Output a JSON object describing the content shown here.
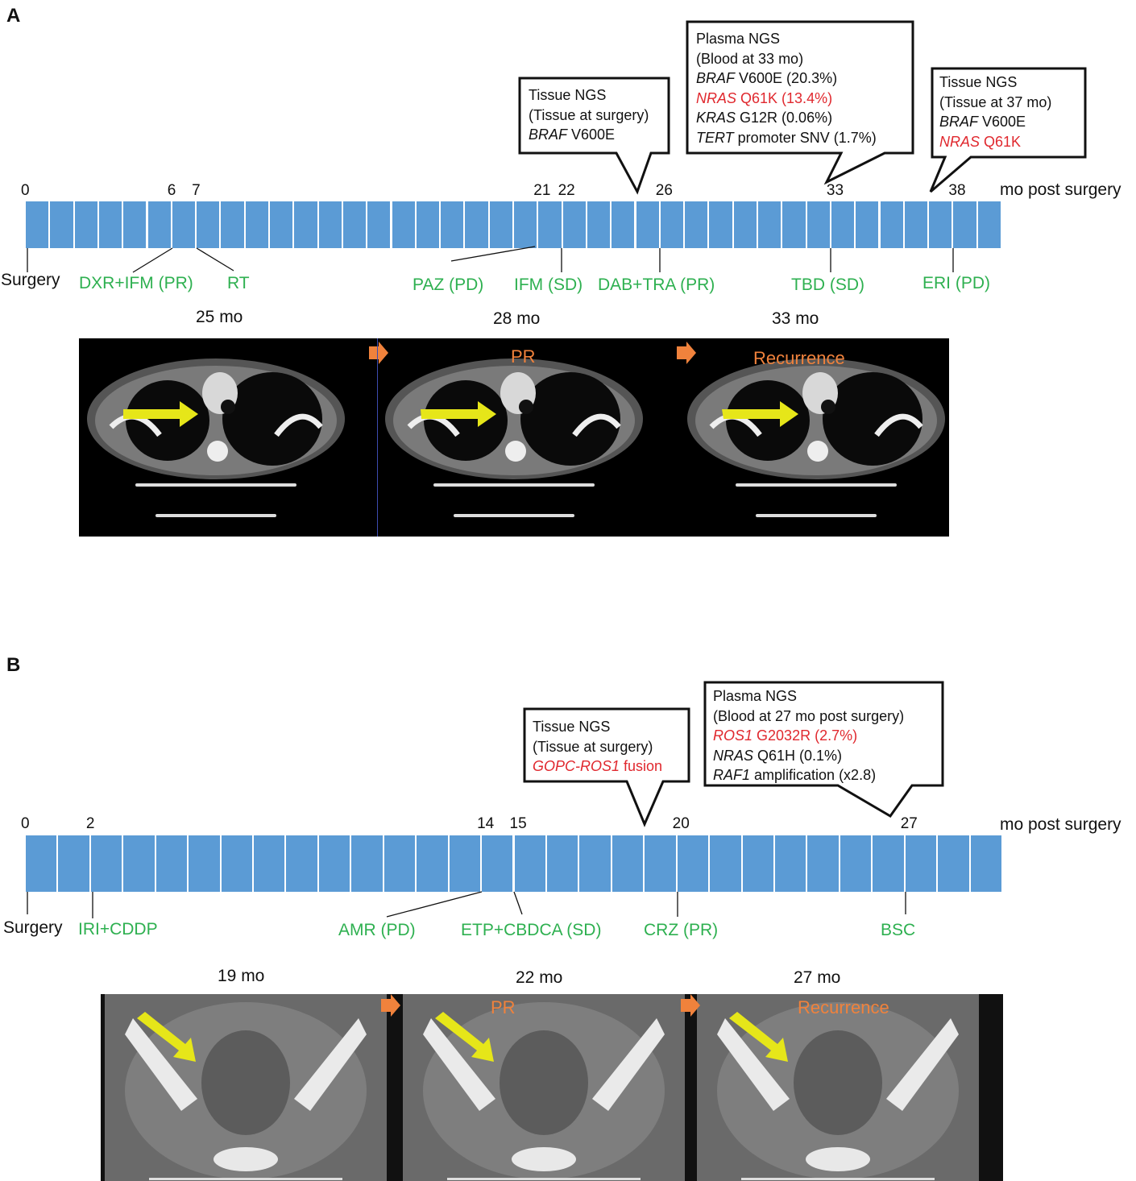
{
  "panelA": {
    "letter": "A",
    "unit_label": "mo post surgery",
    "total_months": 40,
    "ticks": [
      {
        "month": 0,
        "label": "0"
      },
      {
        "month": 6,
        "label": "6"
      },
      {
        "month": 7,
        "label": "7"
      },
      {
        "month": 21,
        "label": "21"
      },
      {
        "month": 22,
        "label": "22"
      },
      {
        "month": 26,
        "label": "26"
      },
      {
        "month": 33,
        "label": "33"
      },
      {
        "month": 38,
        "label": "38"
      }
    ],
    "events": [
      {
        "month": 0,
        "label": "Surgery",
        "color": "#111111"
      },
      {
        "month": 6,
        "label": "DXR+IFM (PR)",
        "color": "#2eb050"
      },
      {
        "month": 7,
        "label": "RT",
        "color": "#2eb050"
      },
      {
        "month": 21,
        "label": "PAZ (PD)",
        "color": "#2eb050"
      },
      {
        "month": 22,
        "label": "IFM (SD)",
        "color": "#2eb050"
      },
      {
        "month": 26,
        "label": "DAB+TRA (PR)",
        "color": "#2eb050"
      },
      {
        "month": 33,
        "label": "TBD (SD)",
        "color": "#2eb050"
      },
      {
        "month": 38,
        "label": "ERI (PD)",
        "color": "#2eb050"
      }
    ],
    "callouts": [
      {
        "lines": [
          {
            "parts": [
              {
                "t": "Tissue NGS"
              }
            ]
          },
          {
            "parts": [
              {
                "t": "(Tissue at surgery)"
              }
            ]
          },
          {
            "parts": [
              {
                "t": "BRAF",
                "i": true
              },
              {
                "t": " V600E"
              }
            ]
          }
        ]
      },
      {
        "lines": [
          {
            "parts": [
              {
                "t": "Plasma NGS"
              }
            ]
          },
          {
            "parts": [
              {
                "t": "(Blood at 33 mo)"
              }
            ]
          },
          {
            "parts": [
              {
                "t": "BRAF",
                "i": true
              },
              {
                "t": " V600E (20.3%)"
              }
            ]
          },
          {
            "red": true,
            "parts": [
              {
                "t": "NRAS",
                "i": true
              },
              {
                "t": " Q61K (13.4%)"
              }
            ]
          },
          {
            "parts": [
              {
                "t": "KRAS",
                "i": true
              },
              {
                "t": " G12R (0.06%)"
              }
            ]
          },
          {
            "parts": [
              {
                "t": "TERT",
                "i": true
              },
              {
                "t": " promoter SNV (1.7%)"
              }
            ]
          }
        ]
      },
      {
        "lines": [
          {
            "parts": [
              {
                "t": "Tissue NGS"
              }
            ]
          },
          {
            "parts": [
              {
                "t": "(Tissue at 37 mo)"
              }
            ]
          },
          {
            "parts": [
              {
                "t": "BRAF",
                "i": true
              },
              {
                "t": " V600E"
              }
            ]
          },
          {
            "red": true,
            "parts": [
              {
                "t": "NRAS",
                "i": true
              },
              {
                "t": " Q61K"
              }
            ]
          }
        ]
      }
    ],
    "scans": [
      {
        "time": "25 mo",
        "status": ""
      },
      {
        "time": "28 mo",
        "status": "PR"
      },
      {
        "time": "33 mo",
        "status": "Recurrence"
      }
    ]
  },
  "panelB": {
    "letter": "B",
    "unit_label": "mo post surgery",
    "total_months": 30,
    "ticks": [
      {
        "month": 0,
        "label": "0"
      },
      {
        "month": 2,
        "label": "2"
      },
      {
        "month": 14,
        "label": "14"
      },
      {
        "month": 15,
        "label": "15"
      },
      {
        "month": 20,
        "label": "20"
      },
      {
        "month": 27,
        "label": "27"
      }
    ],
    "events": [
      {
        "month": 0,
        "label": "Surgery",
        "color": "#111111"
      },
      {
        "month": 2,
        "label": "IRI+CDDP",
        "color": "#2eb050"
      },
      {
        "month": 14,
        "label": "AMR  (PD)",
        "color": "#2eb050"
      },
      {
        "month": 15,
        "label": "ETP+CBDCA (SD)",
        "color": "#2eb050"
      },
      {
        "month": 20,
        "label": "CRZ (PR)",
        "color": "#2eb050"
      },
      {
        "month": 27,
        "label": "BSC",
        "color": "#2eb050"
      }
    ],
    "callouts": [
      {
        "lines": [
          {
            "parts": [
              {
                "t": "Tissue NGS"
              }
            ]
          },
          {
            "parts": [
              {
                "t": "(Tissue at surgery)"
              }
            ]
          },
          {
            "red": true,
            "parts": [
              {
                "t": "GOPC-ROS1",
                "i": true
              },
              {
                "t": " fusion"
              }
            ]
          }
        ]
      },
      {
        "lines": [
          {
            "parts": [
              {
                "t": "Plasma NGS"
              }
            ]
          },
          {
            "parts": [
              {
                "t": "(Blood at 27 mo post surgery)"
              }
            ]
          },
          {
            "red": true,
            "parts": [
              {
                "t": "ROS1",
                "i": true
              },
              {
                "t": " G2032R (2.7%)"
              }
            ]
          },
          {
            "parts": [
              {
                "t": "NRAS",
                "i": true
              },
              {
                "t": " Q61H (0.1%)"
              }
            ]
          },
          {
            "parts": [
              {
                "t": "RAF1",
                "i": true
              },
              {
                "t": " amplification (x2.8)"
              }
            ]
          }
        ]
      }
    ],
    "scans": [
      {
        "time": "19 mo",
        "status": ""
      },
      {
        "time": "22 mo",
        "status": "PR"
      },
      {
        "time": "27 mo",
        "status": "Recurrence"
      }
    ]
  },
  "colors": {
    "bar": "#5b9bd5",
    "treatment": "#2eb050",
    "mutation": "#e0282e",
    "scan_status": "#f0823c",
    "arrow": "#e6e619"
  }
}
